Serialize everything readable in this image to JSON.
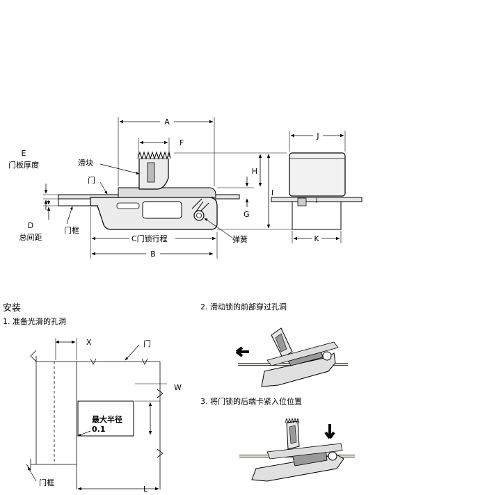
{
  "top_view": {
    "dims": {
      "A": "A",
      "B": "B",
      "C": "C门锁行程",
      "D": "D",
      "D_desc": "总间距",
      "E": "E",
      "E_desc": "门板厚度",
      "F": "F",
      "G": "G",
      "H": "H",
      "I": "I",
      "J": "J",
      "K": "K"
    },
    "labels": {
      "slider": "滑块",
      "door": "门",
      "frame": "门框",
      "spring": "弹簧"
    }
  },
  "install": {
    "title": "安装",
    "step1": "1. 准备光滑的孔洞",
    "step2": "2. 滑动锁的前部穿过孔洞",
    "step3": "3. 将门锁的后端卡紧入位位置",
    "dims": {
      "X": "X",
      "W": "W",
      "L": "L"
    },
    "labels": {
      "door": "门",
      "frame": "门框",
      "radius": "最大半径",
      "radius_val": "0.1"
    }
  }
}
